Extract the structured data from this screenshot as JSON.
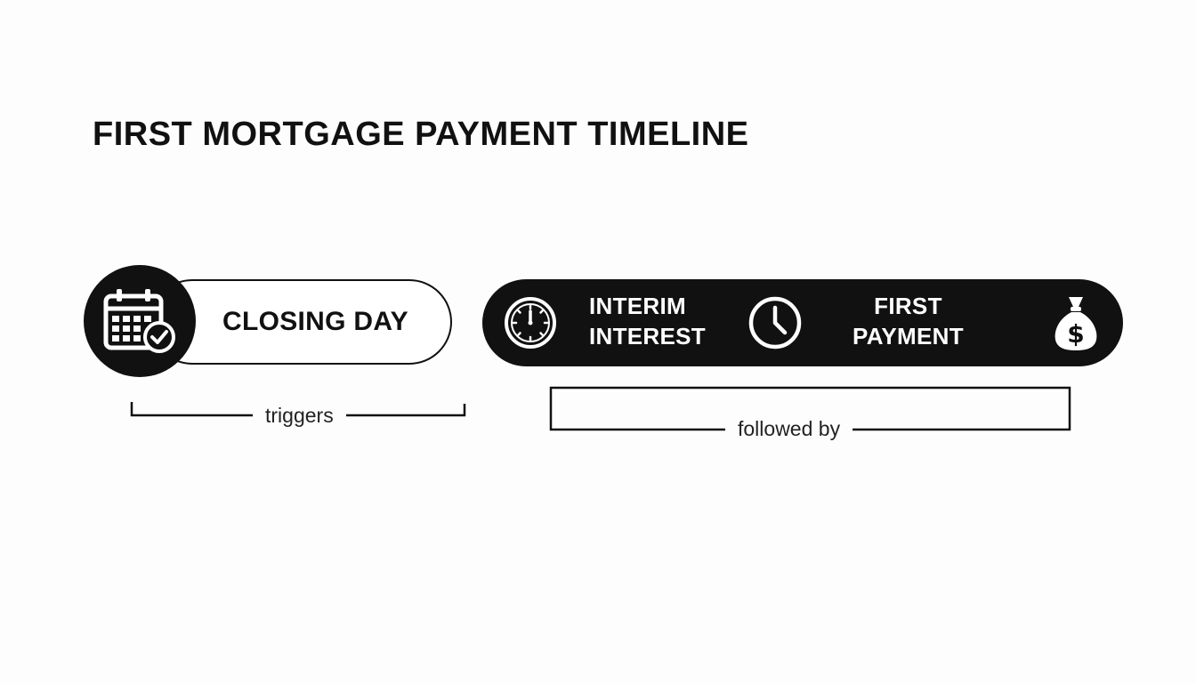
{
  "diagram": {
    "title": "FIRST MORTGAGE PAYMENT TIMELINE",
    "closing": {
      "label": "CLOSING DAY",
      "icon": "calendar-check-icon"
    },
    "timeline": {
      "interim": {
        "line1": "INTERIM",
        "line2": "INTEREST",
        "icon": "stopwatch-icon"
      },
      "clock_icon": "clock-icon",
      "first_payment": {
        "line1": "FIRST",
        "line2": "PAYMENT",
        "icon": "money-bag-icon"
      }
    },
    "connectors": {
      "triggers": "triggers",
      "followed_by": "followed by"
    },
    "colors": {
      "ink": "#111111",
      "background": "#fdfdfd"
    }
  }
}
